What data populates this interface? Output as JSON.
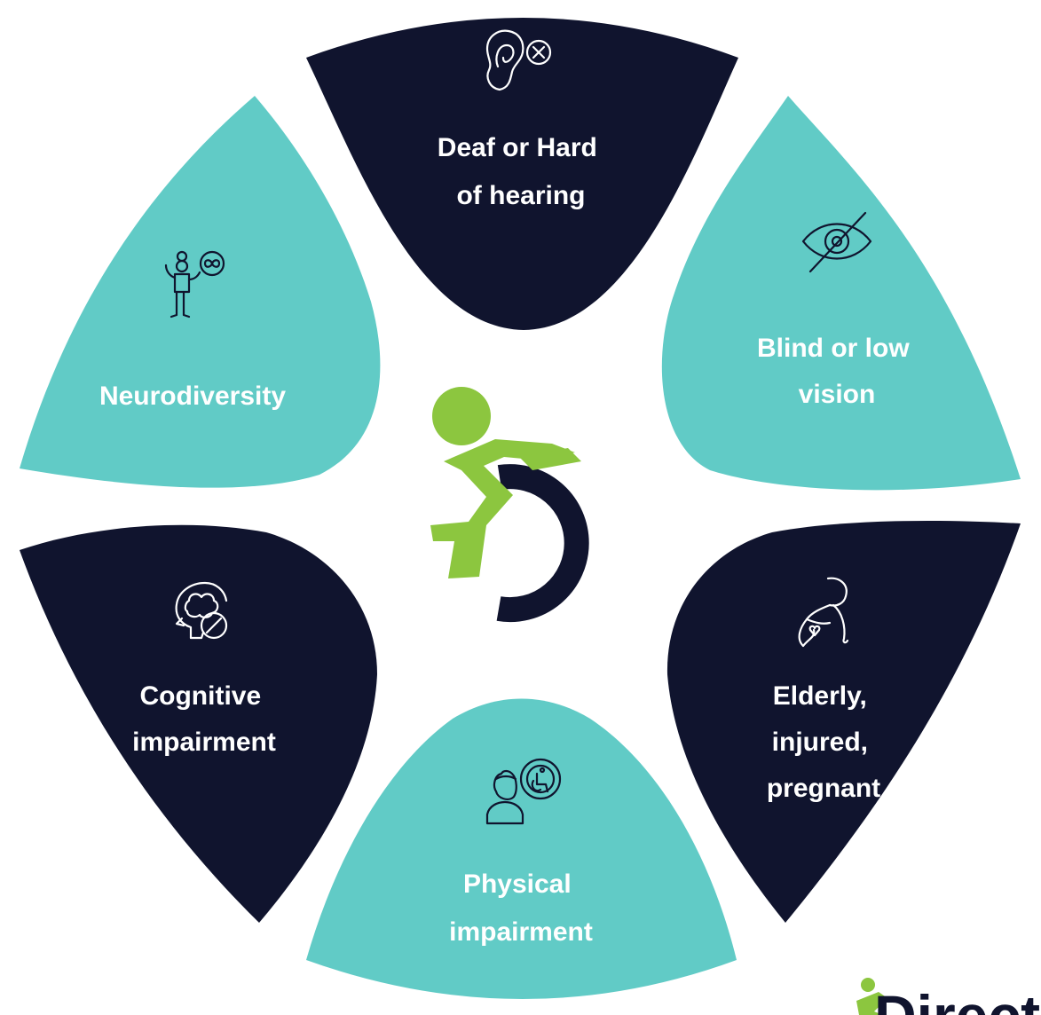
{
  "colors": {
    "dark": "#10142e",
    "teal": "#61cbc6",
    "green": "#8cc63f",
    "text": "#ffffff"
  },
  "petals": [
    {
      "id": "deaf",
      "lines": [
        "Deaf or Hard",
        "of hearing"
      ],
      "icon": "ear-with-x-icon"
    },
    {
      "id": "blind",
      "lines": [
        "Blind or low",
        "vision"
      ],
      "icon": "crossed-eye-icon"
    },
    {
      "id": "elderly",
      "lines": [
        "Elderly,",
        "injured,",
        "pregnant"
      ],
      "icon": "pregnant-person-icon"
    },
    {
      "id": "physical",
      "lines": [
        "Physical",
        "impairment"
      ],
      "icon": "person-wheelchair-badge-icon"
    },
    {
      "id": "cognitive",
      "lines": [
        "Cognitive",
        "impairment"
      ],
      "icon": "brain-head-icon"
    },
    {
      "id": "neuro",
      "lines": [
        "Neurodiversity"
      ],
      "icon": "person-infinity-icon"
    }
  ],
  "center_logo": {
    "icon": "wheelchair-user-logo-icon"
  },
  "brand": {
    "text": "Direct",
    "icon": "direct-brand-logo-icon"
  }
}
